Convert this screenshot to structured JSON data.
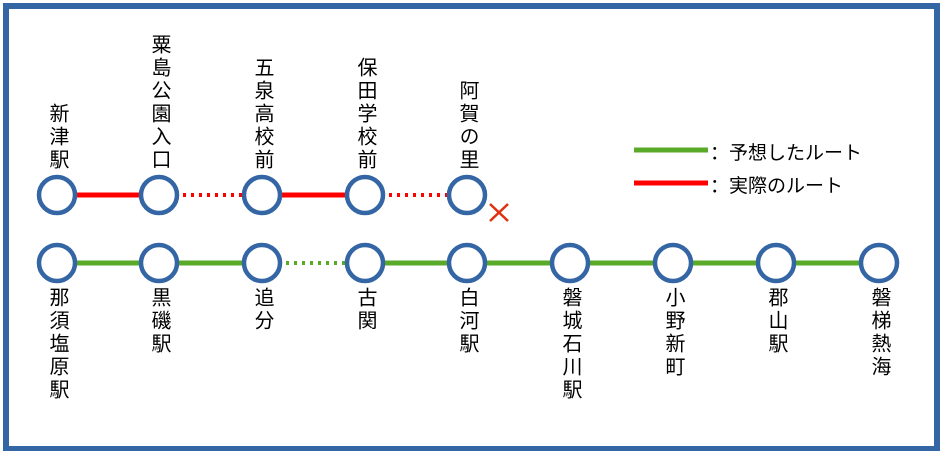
{
  "colors": {
    "frame": "#3465a4",
    "station": "#3465a4",
    "expected": "#5aaa2a",
    "actual": "#ff0000",
    "cross": "#e03010"
  },
  "legend": [
    {
      "label": "：予想したルート",
      "color": "#5aaa2a"
    },
    {
      "label": "：実際のルート",
      "color": "#ff0000"
    }
  ],
  "actual_route": {
    "stations": [
      "新津駅",
      "粟島公園入口",
      "五泉高校前",
      "保田学校前",
      "阿賀の里"
    ],
    "segments": [
      "solid",
      "dotted",
      "solid",
      "dotted"
    ],
    "end_mark": "cross-icon"
  },
  "expected_route": {
    "stations": [
      "那須塩原駅",
      "黒磯駅",
      "追分",
      "古関",
      "白河駅",
      "磐城石川駅",
      "小野新町",
      "郡山駅",
      "磐梯熱海"
    ],
    "segments": [
      "solid",
      "solid",
      "dotted",
      "solid",
      "solid",
      "solid",
      "solid",
      "solid"
    ]
  }
}
